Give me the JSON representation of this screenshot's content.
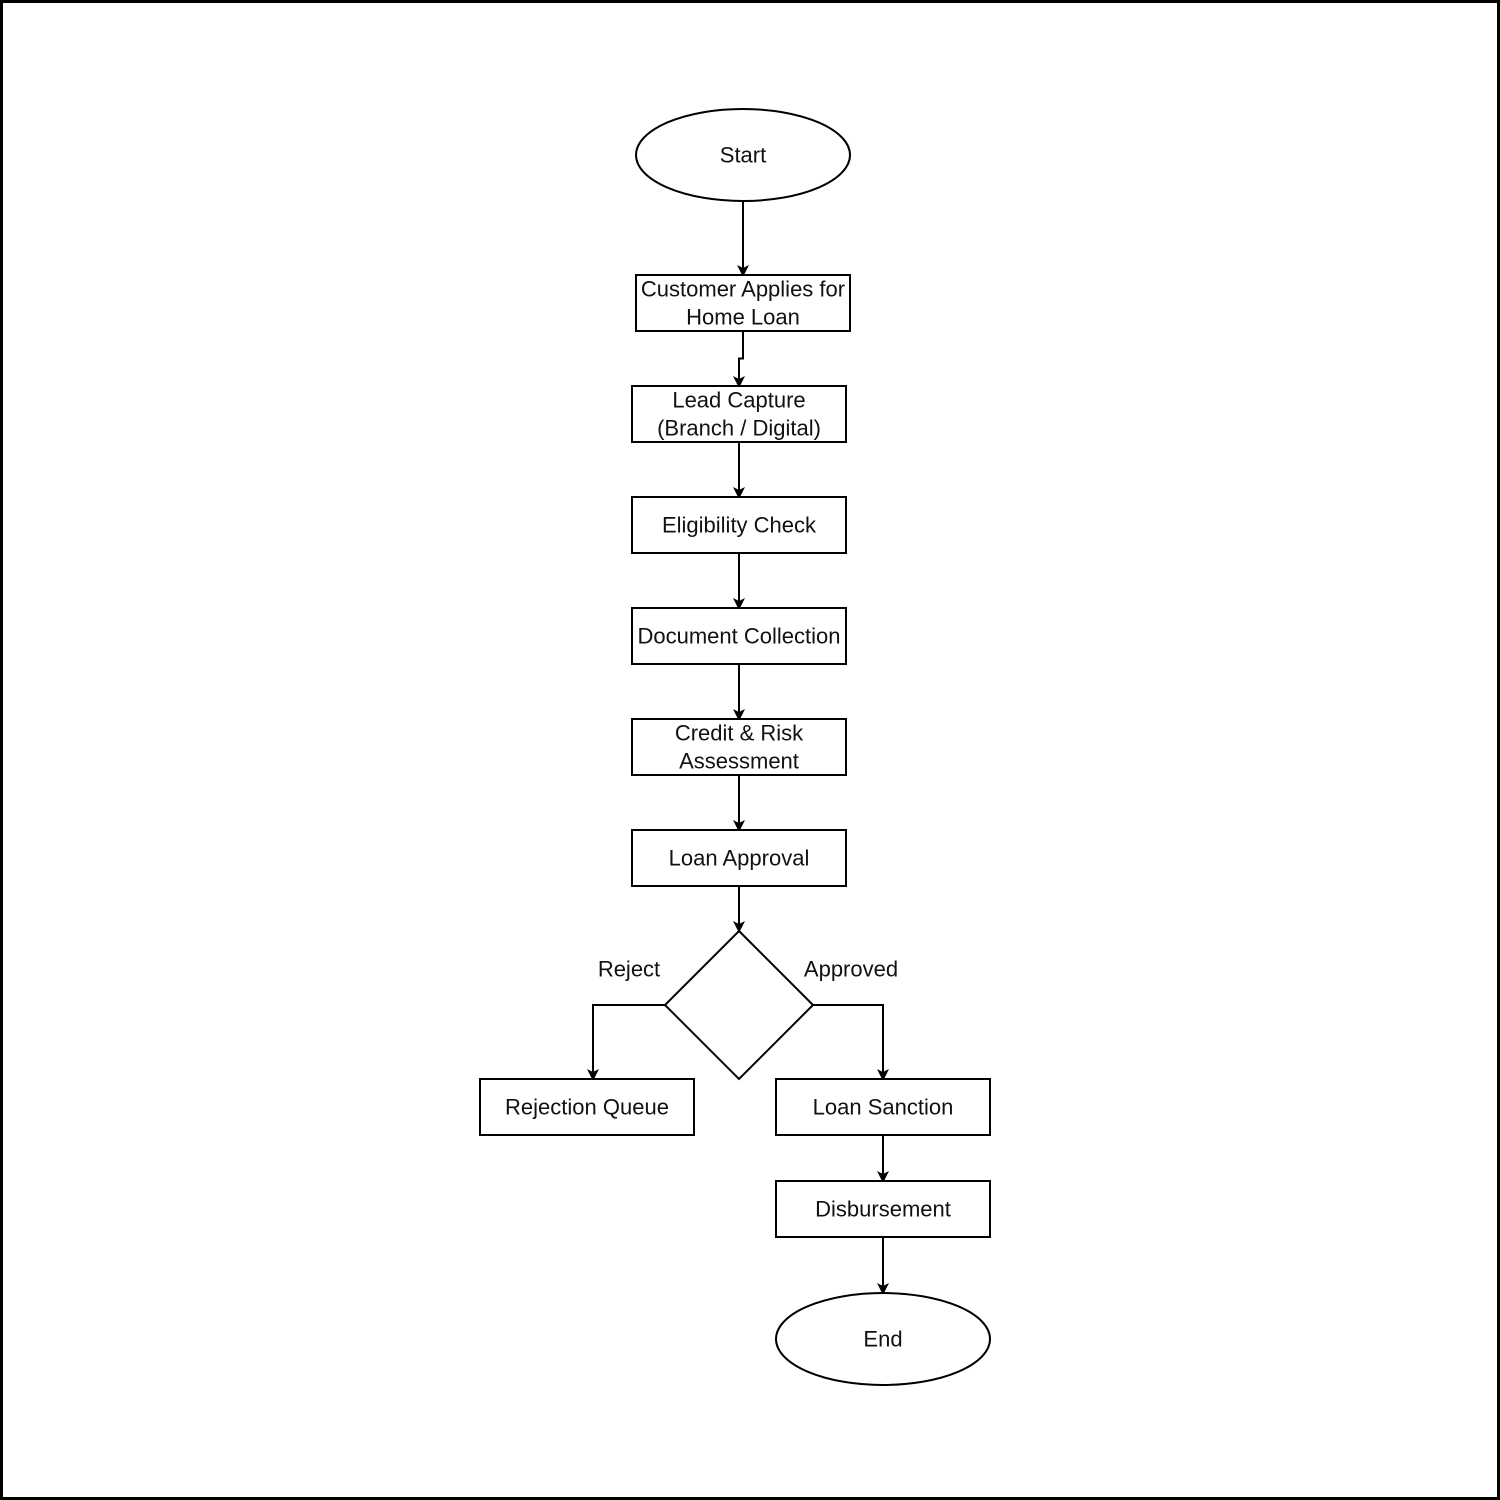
{
  "diagram": {
    "type": "flowchart",
    "nodes": {
      "start": {
        "shape": "ellipse",
        "lines": [
          "Start"
        ]
      },
      "apply": {
        "shape": "rect",
        "lines": [
          "Customer Applies for",
          "Home Loan"
        ]
      },
      "lead": {
        "shape": "rect",
        "lines": [
          "Lead Capture",
          "(Branch / Digital)"
        ]
      },
      "eligibility": {
        "shape": "rect",
        "lines": [
          "Eligibility Check"
        ]
      },
      "documents": {
        "shape": "rect",
        "lines": [
          "Document Collection"
        ]
      },
      "credit": {
        "shape": "rect",
        "lines": [
          "Credit & Risk",
          "Assessment"
        ]
      },
      "approval": {
        "shape": "rect",
        "lines": [
          "Loan Approval"
        ]
      },
      "decision": {
        "shape": "diamond",
        "lines": []
      },
      "rejection": {
        "shape": "rect",
        "lines": [
          "Rejection Queue"
        ]
      },
      "sanction": {
        "shape": "rect",
        "lines": [
          "Loan Sanction"
        ]
      },
      "disbursement": {
        "shape": "rect",
        "lines": [
          "Disbursement"
        ]
      },
      "end": {
        "shape": "ellipse",
        "lines": [
          "End"
        ]
      }
    },
    "edges": [
      {
        "from": "start",
        "to": "apply",
        "label": ""
      },
      {
        "from": "apply",
        "to": "lead",
        "label": ""
      },
      {
        "from": "lead",
        "to": "eligibility",
        "label": ""
      },
      {
        "from": "eligibility",
        "to": "documents",
        "label": ""
      },
      {
        "from": "documents",
        "to": "credit",
        "label": ""
      },
      {
        "from": "credit",
        "to": "approval",
        "label": ""
      },
      {
        "from": "approval",
        "to": "decision",
        "label": ""
      },
      {
        "from": "decision",
        "to": "rejection",
        "label": "Reject"
      },
      {
        "from": "decision",
        "to": "sanction",
        "label": "Approved"
      },
      {
        "from": "sanction",
        "to": "disbursement",
        "label": ""
      },
      {
        "from": "disbursement",
        "to": "end",
        "label": ""
      }
    ]
  }
}
